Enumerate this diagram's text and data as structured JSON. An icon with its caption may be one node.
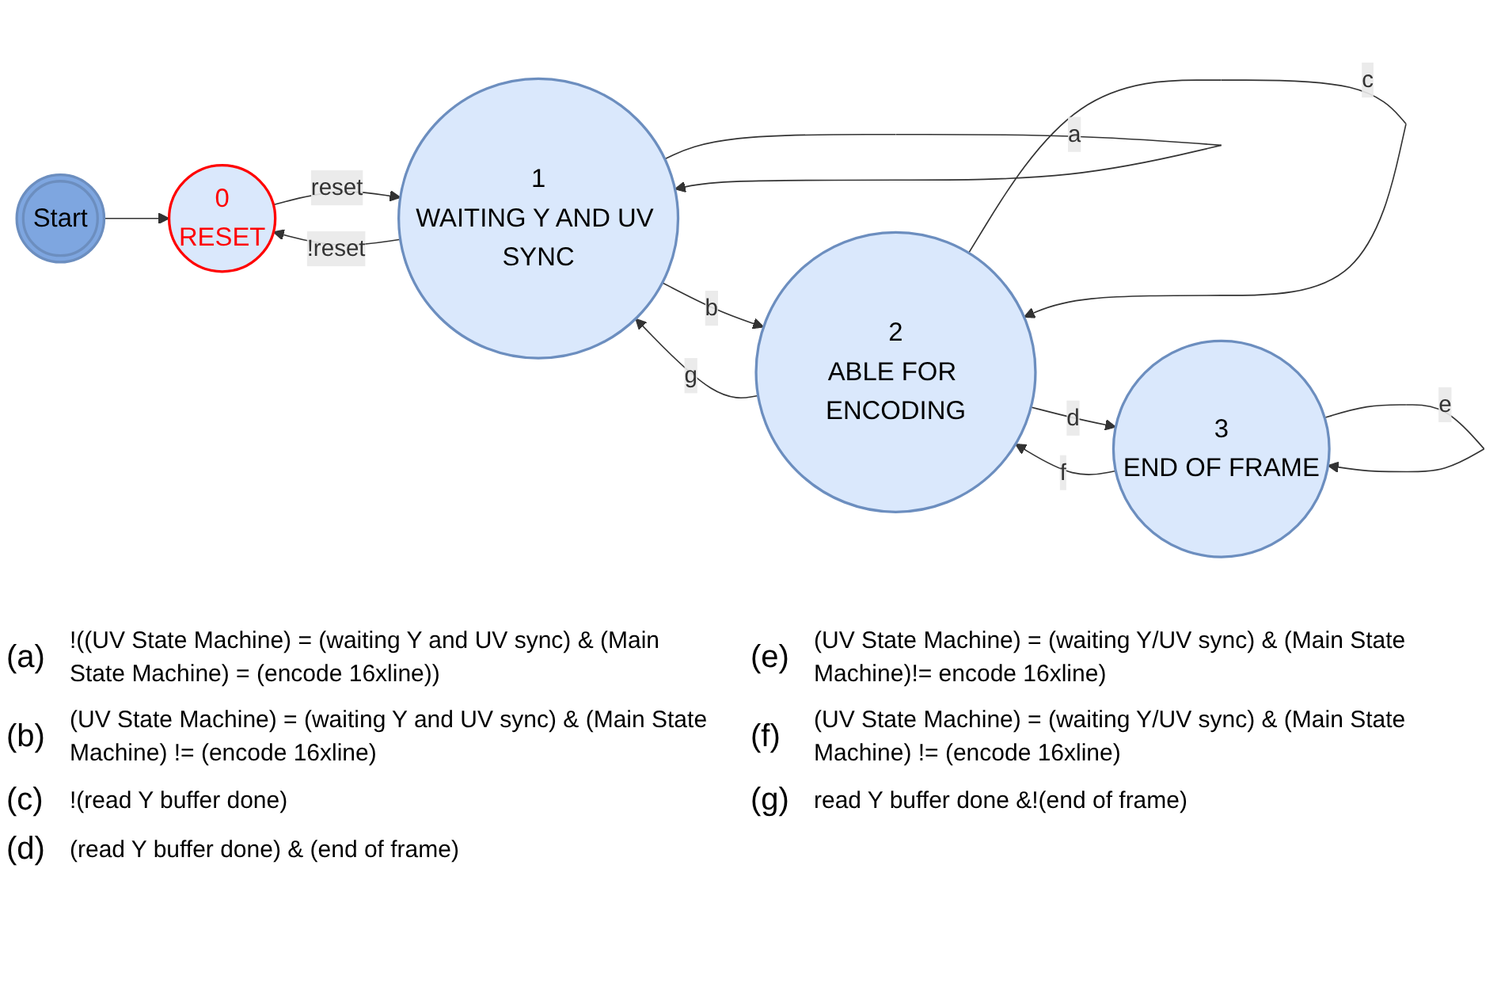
{
  "diagram": {
    "nodes": [
      {
        "text": [
          "Start"
        ]
      },
      {
        "text": [
          "0",
          "RESET"
        ]
      },
      {
        "text": [
          "1",
          "WAITING Y AND UV SYNC"
        ]
      },
      {
        "text": [
          "2",
          "ABLE FOR ENCODING"
        ]
      },
      {
        "text": [
          "3",
          "END OF FRAME"
        ]
      }
    ],
    "edges": [
      {
        "from": 0,
        "to": 1,
        "arrow": "to"
      },
      {
        "from": 1,
        "to": 2,
        "arrow": "to",
        "label": "reset"
      },
      {
        "from": 2,
        "to": 2,
        "arrow": "to",
        "label": "a"
      },
      {
        "from": 2,
        "to": 3,
        "arrow": "to",
        "label": "b"
      },
      {
        "from": 3,
        "to": 3,
        "arrow": "to",
        "label": "c"
      },
      {
        "from": 3,
        "to": 4,
        "arrow": "to",
        "label": "d"
      },
      {
        "from": 4,
        "to": 4,
        "arrow": "to",
        "label": "e"
      },
      {
        "from": 4,
        "to": 3,
        "arrow": "to",
        "label": "f"
      },
      {
        "from": 3,
        "to": 2,
        "arrow": "to",
        "label": "g"
      },
      {
        "from": 2,
        "to": 1,
        "arrow": "to",
        "label": "!reset"
      }
    ],
    "labels": [
      "(a)",
      "!((UV State Machine) = (waiting Y and UV sync) & (Main State Machine) = (encode 16xline))",
      "(b)",
      "(UV State Machine) = (waiting Y and UV sync) & (Main State Machine) != (encode 16xline)",
      "(c)",
      "!(read Y buffer done)",
      "(d)",
      "(read Y buffer done) & (end of frame)",
      "(e)",
      "(UV State Machine) = (waiting Y/UV sync) & (Main State Machine)!= encode 16xline)",
      "(f)",
      "(UV State Machine) = (waiting Y/UV sync) & (Main State Machine) != (encode 16xline)",
      "(g)",
      "read Y buffer done &!(end of frame)"
    ]
  }
}
